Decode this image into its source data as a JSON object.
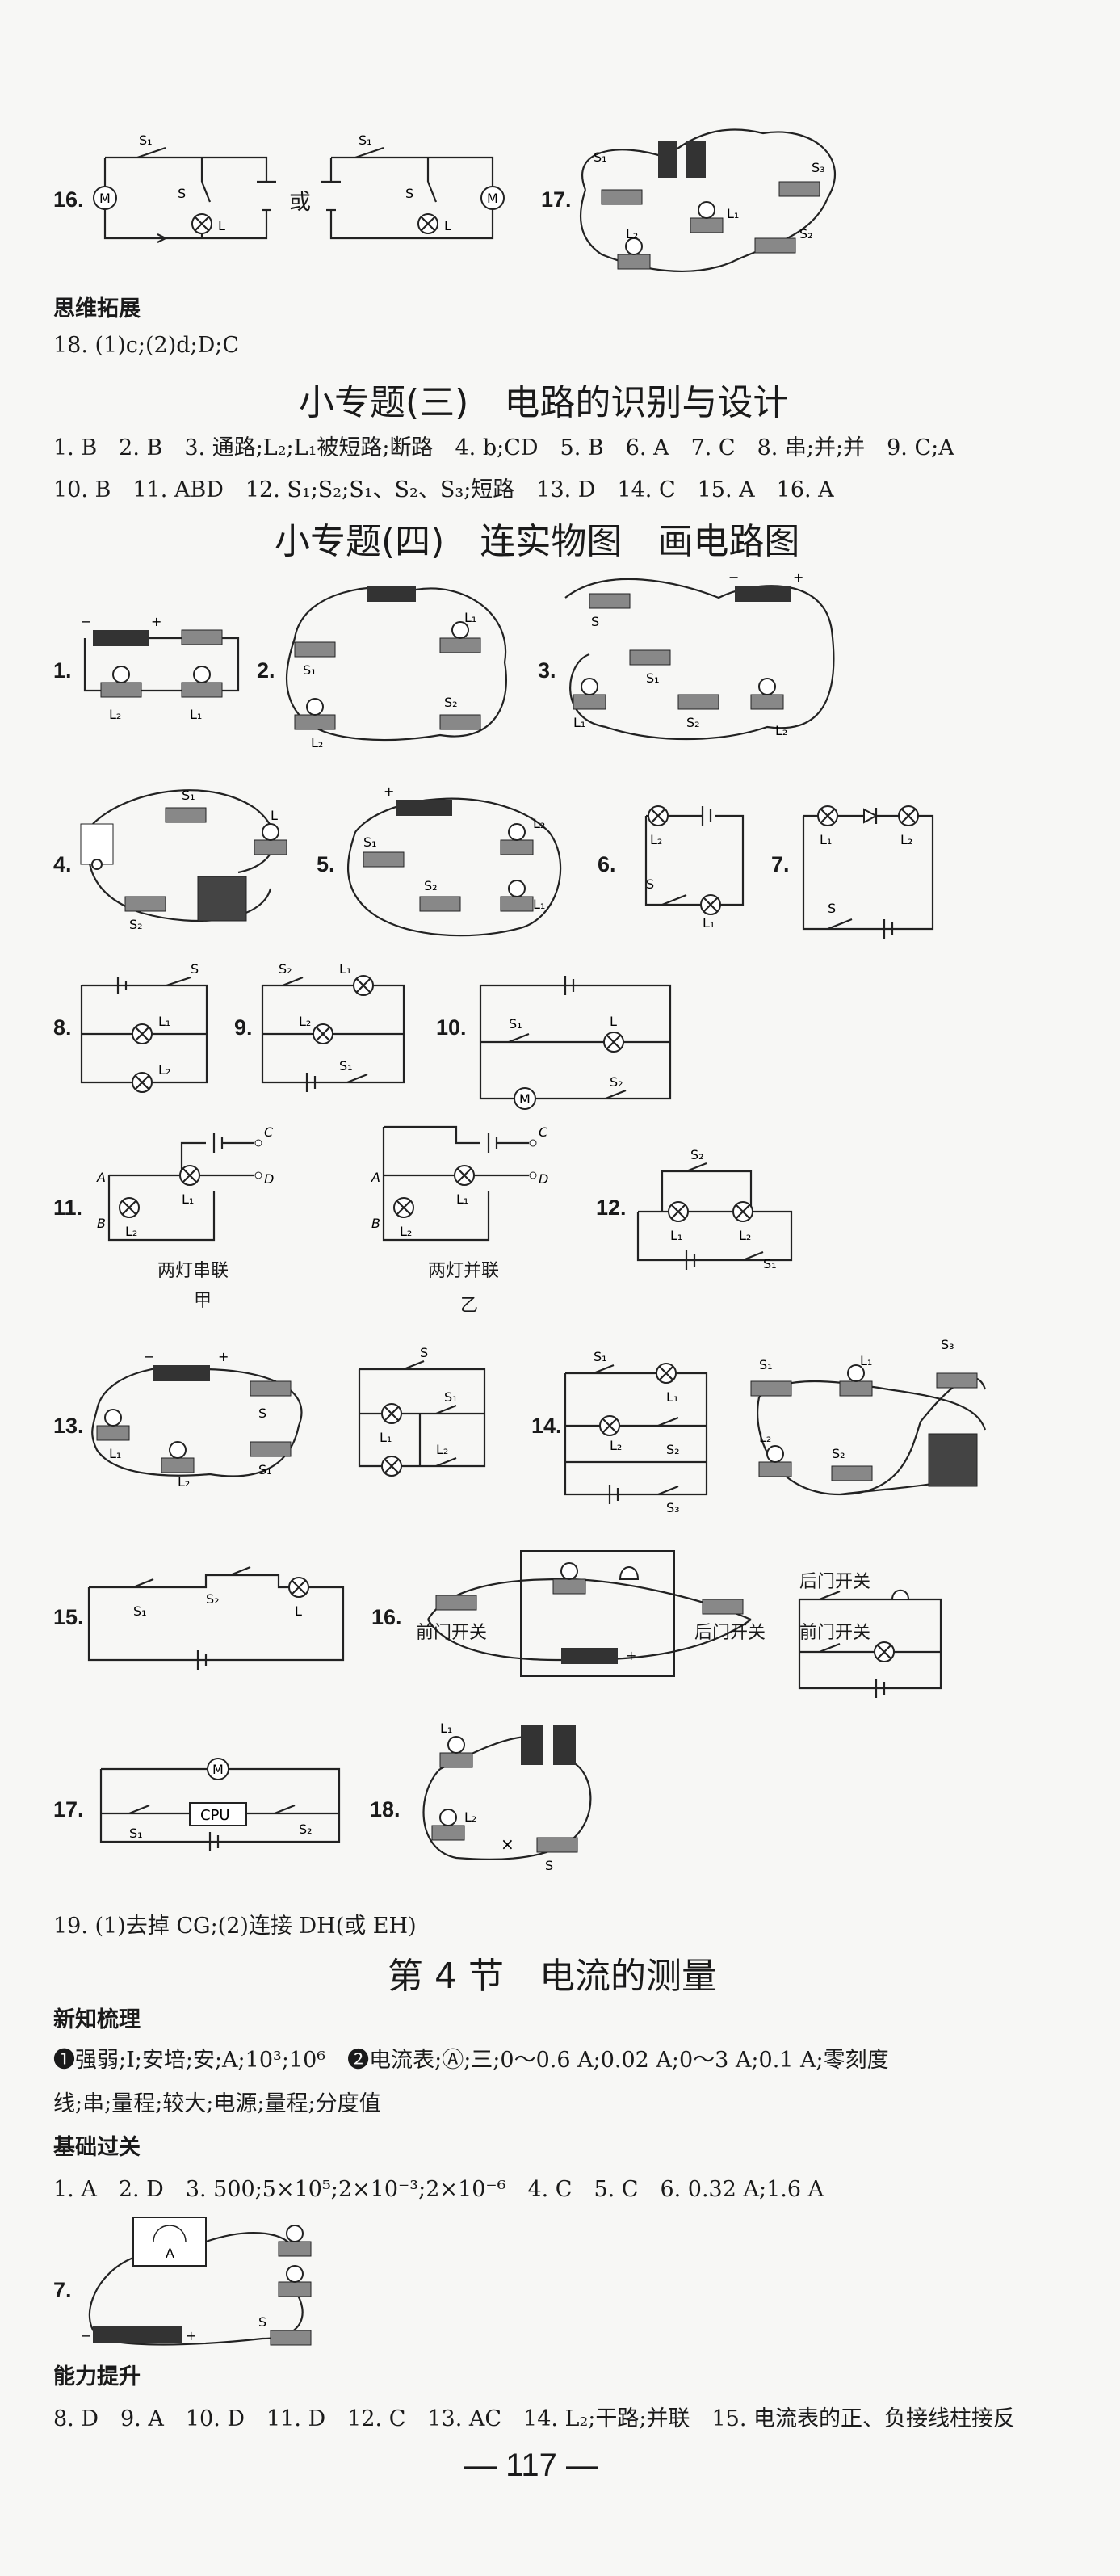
{
  "top": {
    "q16_label": "16.",
    "q16_or": "或",
    "q17_label": "17.",
    "thinking_header": "思维拓展",
    "q18_answer": "18. (1)c;(2)d;D;C"
  },
  "topic3": {
    "title": "小专题(三)　电路的识别与设计",
    "row1": "1. B　2. B　3. 通路;L₂;L₁被短路;断路　4. b;CD　5. B　6. A　7. C　8. 串;并;并　9. C;A",
    "row2": "10. B　11. ABD　12. S₁;S₂;S₁、S₂、S₃;短路　13. D　14. C　15. A　16. A"
  },
  "topic4": {
    "title": "小专题(四)　连实物图　画电路图",
    "labels": [
      "1.",
      "2.",
      "3.",
      "4.",
      "5.",
      "6.",
      "7.",
      "8.",
      "9.",
      "10.",
      "11.",
      "12.",
      "13.",
      "14.",
      "15.",
      "16.",
      "17.",
      "18."
    ],
    "q11_left_caption": "两灯串联",
    "q11_left_sub": "甲",
    "q11_right_caption": "两灯并联",
    "q11_right_sub": "乙",
    "q16_front_switch": "前门开关",
    "q16_back_switch": "后门开关",
    "q17_cpu": "CPU",
    "q19_answer": "19. (1)去掉 CG;(2)连接 DH(或 EH)"
  },
  "section4": {
    "title": "第 4 节　电流的测量",
    "new_knowledge_header": "新知梳理",
    "new_knowledge_line1": "❶强弱;I;安培;安;A;10³;10⁶　❷电流表;Ⓐ;三;0～0.6 A;0.02 A;0～3 A;0.1 A;零刻度",
    "new_knowledge_line2": "线;串;量程;较大;电源;量程;分度值",
    "basic_header": "基础过关",
    "basic_line": "1. A　2. D　3. 500;5×10⁵;2×10⁻³;2×10⁻⁶　4. C　5. C　6. 0.32 A;1.6 A",
    "q7_label": "7.",
    "ability_header": "能力提升",
    "ability_line": "8. D　9. A　10. D　11. D　12. C　13. AC　14. L₂;干路;并联　15. 电流表的正、负接线柱接反"
  },
  "footer": {
    "page_number": "— 117 —"
  },
  "symbols": {
    "S": "S",
    "S1": "S₁",
    "S2": "S₂",
    "S3": "S₃",
    "L": "L",
    "L1": "L₁",
    "L2": "L₂",
    "M": "M",
    "A": "A",
    "B": "B",
    "C": "C",
    "D": "D",
    "plus": "+",
    "minus": "−"
  }
}
